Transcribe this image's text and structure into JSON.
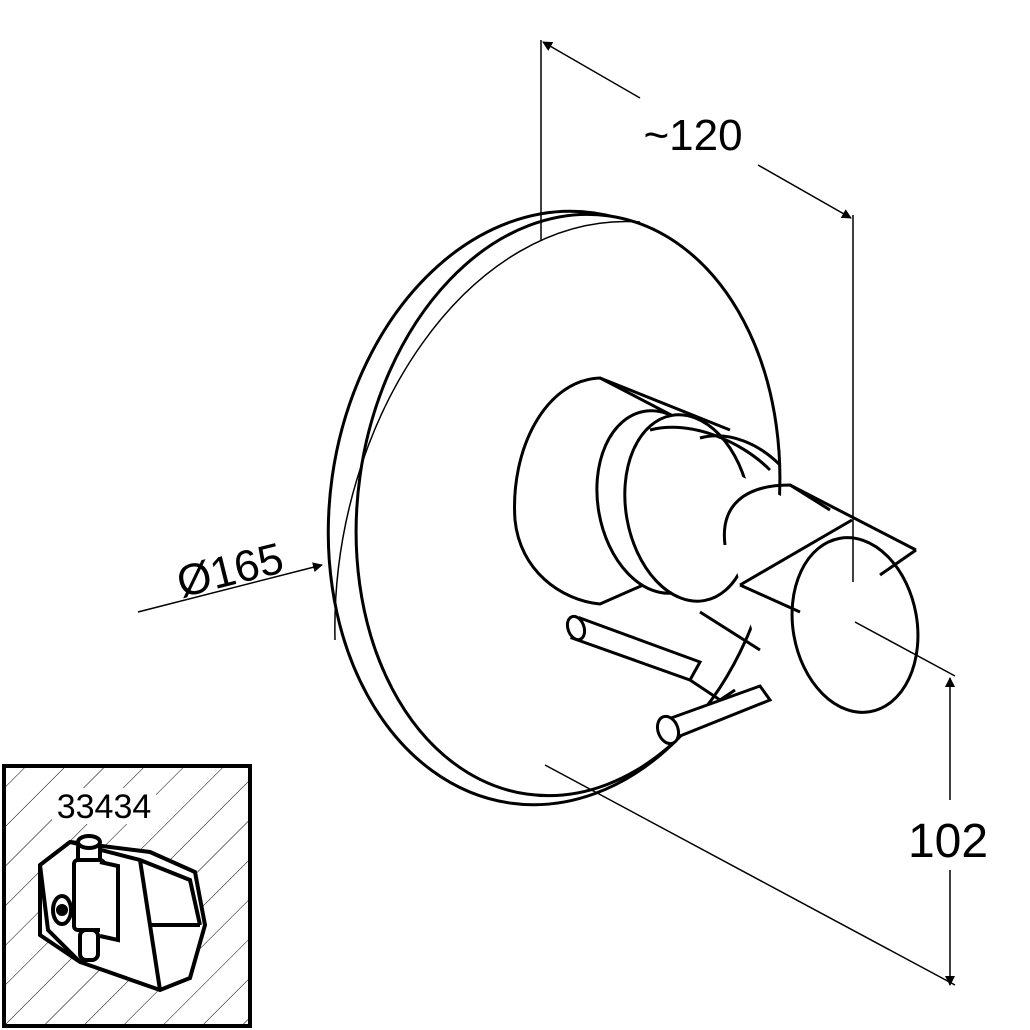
{
  "dimensions": {
    "depth": "~120",
    "diameter": "Ø165",
    "height": "102"
  },
  "inset": {
    "part_number": "33434"
  },
  "colors": {
    "line": "#000000",
    "background": "#ffffff"
  }
}
